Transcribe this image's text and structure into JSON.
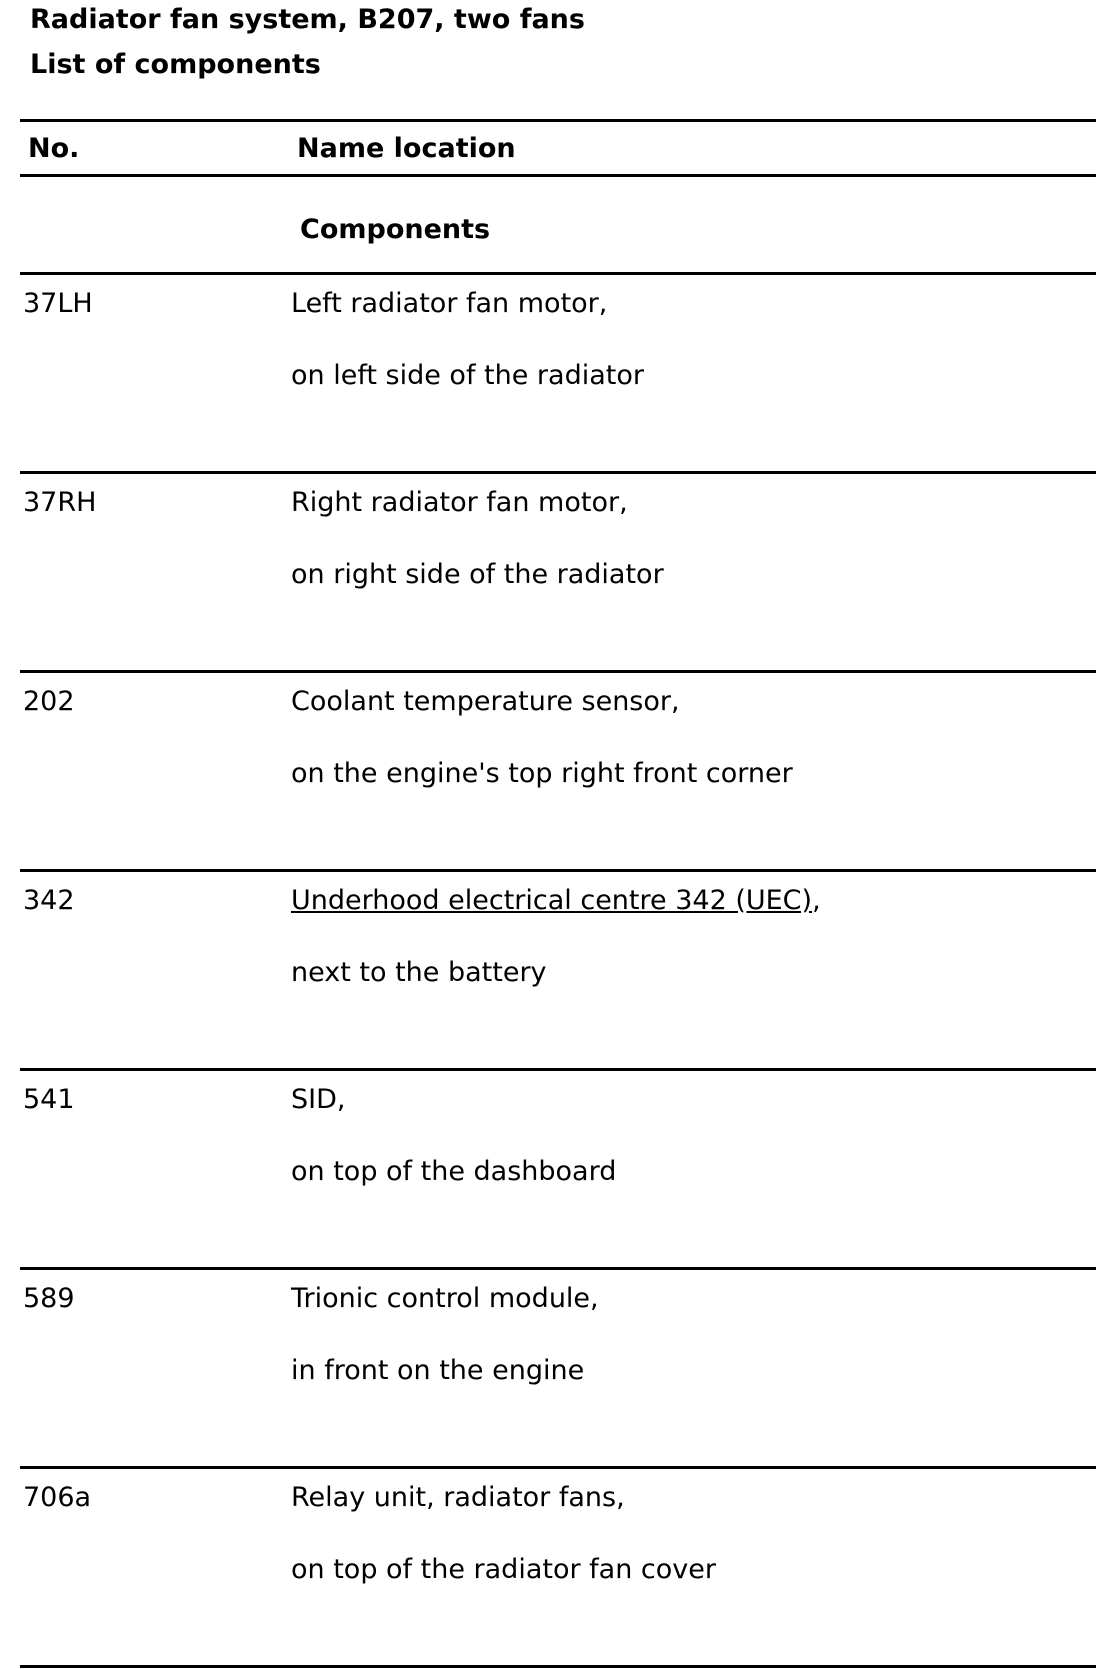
{
  "document": {
    "title": "Radiator fan system, B207, two fans",
    "subtitle": "List of components"
  },
  "table": {
    "columns": [
      "No.",
      "Name location"
    ],
    "section_label": "Components",
    "rows": [
      {
        "no": "37LH",
        "name": "Left radiator fan motor,",
        "location": "on left side of the radiator"
      },
      {
        "no": "37RH",
        "name": "Right radiator fan motor,",
        "location": "on right side of the radiator"
      },
      {
        "no": "202",
        "name": "Coolant temperature sensor,",
        "location": "on the engine's top right front corner"
      },
      {
        "no": "342",
        "name_link": "Underhood electrical centre 342 (UEC)",
        "name_suffix": ",",
        "location": "next to the battery"
      },
      {
        "no": "541",
        "name": "SID,",
        "location": "on top of the dashboard"
      },
      {
        "no": "589",
        "name": "Trionic control module,",
        "location": "in front on the engine"
      },
      {
        "no": "706a",
        "name": "Relay unit, radiator fans,",
        "location": "on top of the radiator fan cover"
      }
    ]
  }
}
